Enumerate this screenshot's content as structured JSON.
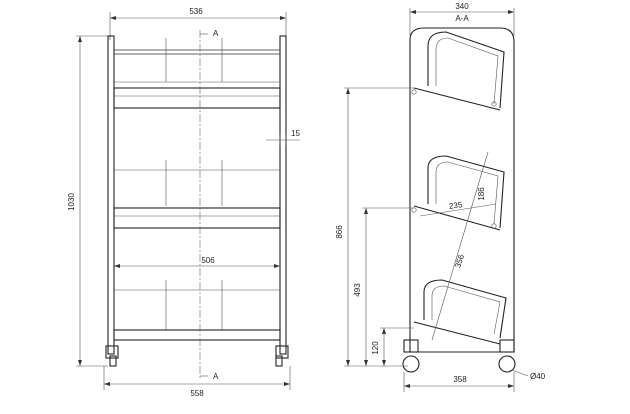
{
  "front_view": {
    "width_top": "536",
    "width_bottom": "558",
    "height": "1030",
    "inner_width": "506",
    "lip": "15",
    "section_mark_top": "A",
    "section_mark_bottom": "A"
  },
  "side_view": {
    "depth_top": "340",
    "section_label": "A-A",
    "height_866": "866",
    "height_493": "493",
    "height_120": "120",
    "depth_bottom": "358",
    "diag_356": "356",
    "shelf_235": "235",
    "shelf_186": "186",
    "caster": "Ø40"
  }
}
